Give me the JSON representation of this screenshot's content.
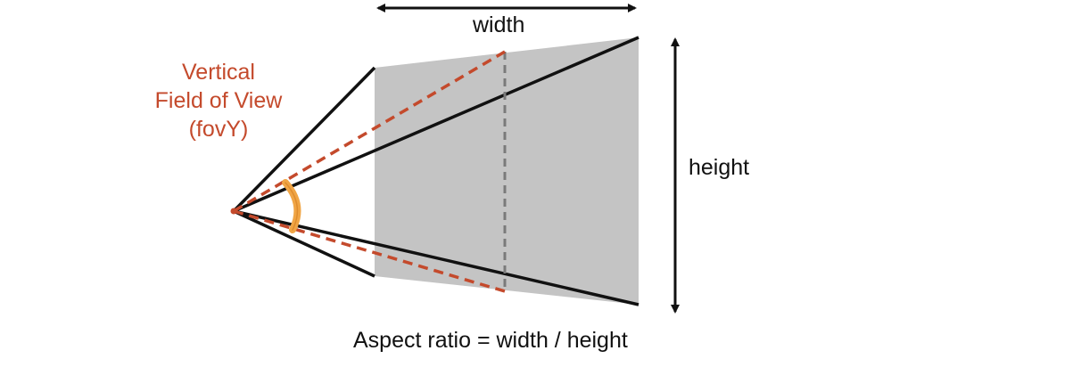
{
  "diagram": {
    "fov_label": {
      "line1": "Vertical",
      "line2": "Field of View",
      "line3": "(fovY)"
    },
    "width_label": "width",
    "height_label": "height",
    "caption": "Aspect ratio = width / height"
  },
  "colors": {
    "frustum_lines": "#111111",
    "fov_accent": "#c44a2c",
    "angle_arc": "#f0a545",
    "plane_fill": "#c4c4c4",
    "center_line": "#7a7a7a"
  }
}
